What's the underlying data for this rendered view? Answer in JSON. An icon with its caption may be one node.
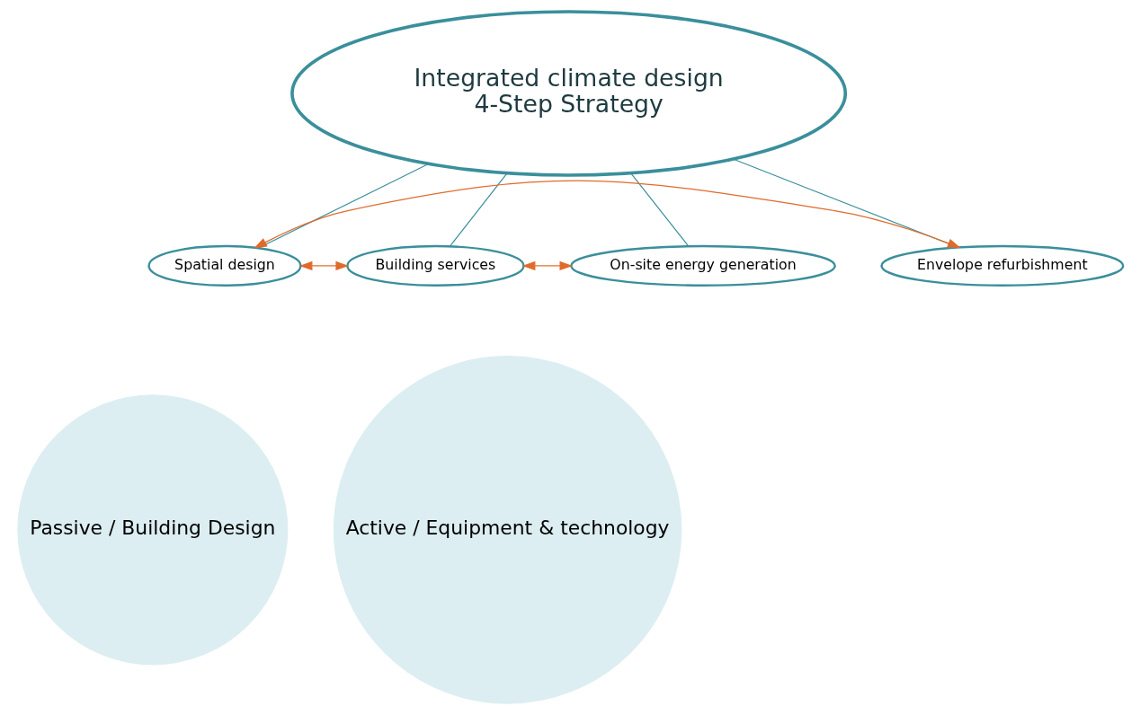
{
  "diagram": {
    "nodes": [
      {
        "text": [
          "Integrated climate design",
          "4-Step Strategy"
        ]
      },
      {
        "text": [
          "Spatial design"
        ]
      },
      {
        "text": [
          "Envelope refurbishment"
        ]
      },
      {
        "text": [
          "Building services"
        ]
      },
      {
        "text": [
          "On-site energy generation"
        ]
      },
      {
        "text": [
          "Passive / Building Design"
        ]
      },
      {
        "text": [
          "Active / Equipment & technology"
        ]
      }
    ],
    "edges": [
      {
        "from": 0,
        "to": 1,
        "arrow": "none"
      },
      {
        "from": 0,
        "to": 2,
        "arrow": "none"
      },
      {
        "from": 0,
        "to": 3,
        "arrow": "none"
      },
      {
        "from": 0,
        "to": 4,
        "arrow": "none"
      },
      {
        "from": 1,
        "to": 2,
        "arrow": "both",
        "color": "#e06a2b"
      },
      {
        "from": 1,
        "to": 3,
        "arrow": "both",
        "color": "#e06a2b"
      },
      {
        "from": 3,
        "to": 4,
        "arrow": "both",
        "color": "#e06a2b"
      }
    ]
  }
}
